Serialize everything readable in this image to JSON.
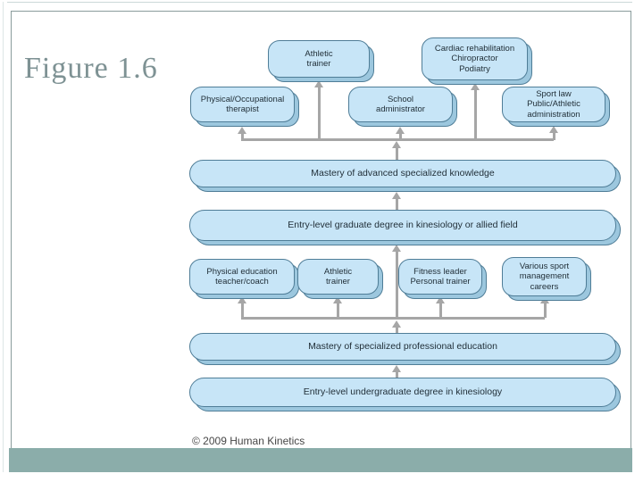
{
  "slide": {
    "title": "Figure 1.6",
    "copyright": "© 2009 Human Kinetics"
  },
  "colors": {
    "node_fill": "#c7e5f7",
    "node_shadow": "#9cc7de",
    "node_border": "#4f7d97",
    "connector_gray": "#a6a6a6",
    "bottom_accent_bar": "#8badaa",
    "title_text": "#7e9294"
  },
  "diagram": {
    "advanced_upper": [
      {
        "label": "Athletic\ntrainer"
      },
      {
        "label": "Cardiac rehabilitation\nChiropractor\nPodiatry"
      }
    ],
    "advanced_lower": [
      {
        "label": "Physical/Occupational\ntherapist"
      },
      {
        "label": "School\nadministrator"
      },
      {
        "label": "Sport law\nPublic/Athletic\nadministration"
      }
    ],
    "mastery_advanced": "Mastery of advanced specialized knowledge",
    "graduate_degree": "Entry-level graduate degree in kinesiology or allied field",
    "undergraduate_careers": [
      {
        "label": "Physical education\nteacher/coach"
      },
      {
        "label": "Athletic\ntrainer"
      },
      {
        "label": "Fitness leader\nPersonal trainer"
      },
      {
        "label": "Various sport\nmanagement\ncareers"
      }
    ],
    "mastery_professional": "Mastery of specialized professional education",
    "undergraduate_degree": "Entry-level undergraduate degree in kinesiology"
  }
}
